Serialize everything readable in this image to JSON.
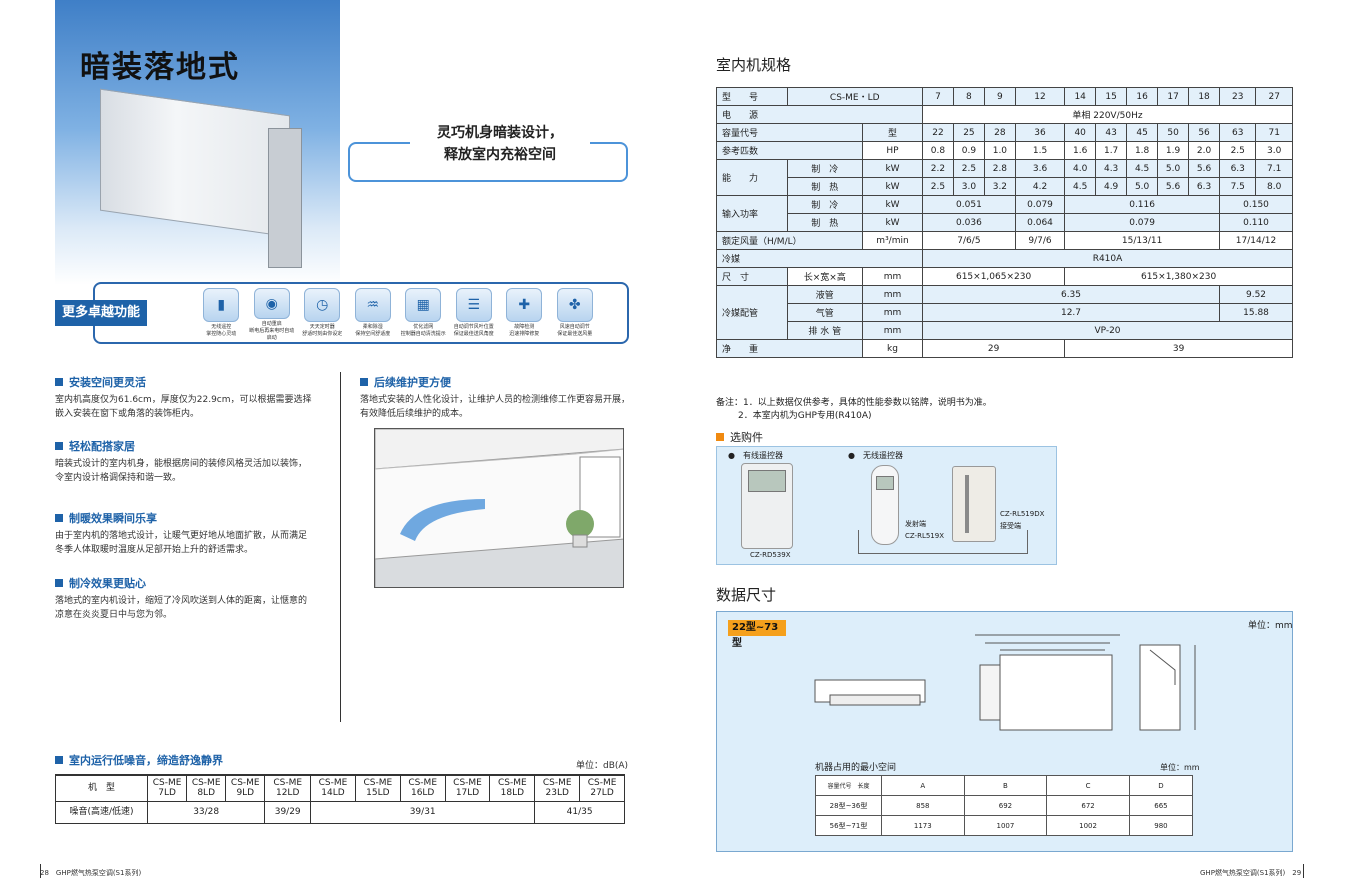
{
  "hero": {
    "title": "暗装落地式",
    "slogan": [
      "灵巧机身暗装设计，",
      "释放室内充裕空间"
    ]
  },
  "features": {
    "tag": "更多卓越功能",
    "items": [
      {
        "icon": "remote-icon",
        "label": "无线遥控\n掌控随心灵动"
      },
      {
        "icon": "energy-saving-icon",
        "label": "自动重启\n断电后再来电时自动启动"
      },
      {
        "icon": "clock-icon",
        "label": "天天定时器\n舒适时刻由你设定"
      },
      {
        "icon": "dehumidify-icon",
        "label": "柔和除湿\n保持空间舒适度"
      },
      {
        "icon": "filter-icon",
        "label": "优化滤网\n控制器自动清洗提示"
      },
      {
        "icon": "louver-icon",
        "label": "自动调节风叶位置\n保证最佳送风角度"
      },
      {
        "icon": "diagnosis-icon",
        "label": "故障检测\n迅速排障修复"
      },
      {
        "icon": "fan-icon",
        "label": "风速自动调节\n保证最佳送风量"
      }
    ]
  },
  "sections_left": [
    {
      "title": "安装空间更灵活",
      "text": [
        "室内机高度仅为61.6cm，厚度仅为22.9cm，可以根据需要选择",
        "嵌入安装在窗下或角落的装饰柜内。"
      ]
    },
    {
      "title": "轻松配搭家居",
      "text": [
        "暗装式设计的室内机身，能根据房间的装修风格灵活加以装饰，",
        "令室内设计格调保持和谐一致。"
      ]
    },
    {
      "title": "制暖效果瞬间乐享",
      "text": [
        "由于室内机的落地式设计，让暖气更好地从地面扩散，从而满足",
        "冬季人体取暖时温度从足部开始上升的舒适需求。"
      ]
    },
    {
      "title": "制冷效果更贴心",
      "text": [
        "落地式的室内机设计，缩短了冷风吹送到人体的距离，让惬意的",
        "凉意在炎炎夏日中与您为邻。"
      ]
    }
  ],
  "section_right": {
    "title": "后续维护更方便",
    "text": [
      "落地式安装的人性化设计，让维护人员的检测维修工作更容易开展，",
      "有效降低后续维护的成本。"
    ]
  },
  "noise": {
    "title": "室内运行低噪音，缔造舒逸静界",
    "unit": "单位：dB(A)",
    "model_label": "机　型",
    "row_label": "噪音(高速/低速)",
    "models": [
      "CS-ME 7LD",
      "CS-ME 8LD",
      "CS-ME 9LD",
      "CS-ME 12LD",
      "CS-ME 14LD",
      "CS-ME 15LD",
      "CS-ME 16LD",
      "CS-ME 17LD",
      "CS-ME 18LD",
      "CS-ME 23LD",
      "CS-ME 27LD"
    ],
    "values": [
      "33/28",
      "39/29",
      "39/31",
      "41/35"
    ]
  },
  "footer": {
    "left_page": "28",
    "left_text": "GHP燃气热泵空调(S1系列)",
    "right_text": "GHP燃气热泵空调(S1系列)",
    "right_page": "29"
  },
  "spec": {
    "title": "室内机规格",
    "model_row": [
      "型　　号",
      "CS-ME・LD",
      "7",
      "8",
      "9",
      "12",
      "14",
      "15",
      "16",
      "17",
      "18",
      "23",
      "27"
    ],
    "power": [
      "电　　源",
      "单相 220V/50Hz"
    ],
    "capacity": [
      "容量代号",
      "型",
      "22",
      "25",
      "28",
      "36",
      "40",
      "43",
      "45",
      "50",
      "56",
      "63",
      "71"
    ],
    "hp": [
      "参考匹数",
      "HP",
      "0.8",
      "0.9",
      "1.0",
      "1.5",
      "1.6",
      "1.7",
      "1.8",
      "1.9",
      "2.0",
      "2.5",
      "3.0"
    ],
    "ability": "能　　力",
    "cool": [
      "制　冷",
      "kW",
      "2.2",
      "2.5",
      "2.8",
      "3.6",
      "4.0",
      "4.3",
      "4.5",
      "5.0",
      "5.6",
      "6.3",
      "7.1"
    ],
    "heat": [
      "制　热",
      "kW",
      "2.5",
      "3.0",
      "3.2",
      "4.2",
      "4.5",
      "4.9",
      "5.0",
      "5.6",
      "6.3",
      "7.5",
      "8.0"
    ],
    "input": "输入功率",
    "in_cool": [
      "制　冷",
      "kW",
      "0.051",
      "0.079",
      "0.116",
      "0.150"
    ],
    "in_heat": [
      "制　热",
      "kW",
      "0.036",
      "0.064",
      "0.079",
      "0.110"
    ],
    "air": [
      "额定风量（H/M/L）",
      "m³/min",
      "7/6/5",
      "9/7/6",
      "15/13/11",
      "17/14/12"
    ],
    "refrig": [
      "冷媒",
      "R410A"
    ],
    "size": [
      "尺　寸",
      "长×宽×高",
      "mm",
      "615×1,065×230",
      "615×1,380×230"
    ],
    "pipe": "冷媒配管",
    "liquid": [
      "液管",
      "mm",
      "6.35",
      "9.52"
    ],
    "gas": [
      "气管",
      "mm",
      "12.7",
      "15.88"
    ],
    "drain": [
      "排 水 管",
      "mm",
      "VP-20"
    ],
    "weight": [
      "净　　重",
      "kg",
      "29",
      "39"
    ]
  },
  "notes": [
    "备注：1．以上数据仅供参考，具体的性能参数以铭牌，说明书为准。",
    "2．本室内机为GHP专用(R410A)"
  ],
  "options": {
    "title": "选购件",
    "wired": "有线遥控器",
    "wireless": "无线遥控器",
    "wired_model": "CZ-RD539X",
    "transmitter": "发射端",
    "transmitter_model": "CZ-RL519X",
    "receiver_model": "CZ-RL519DX",
    "receiver": "接受端"
  },
  "dims": {
    "title": "数据尺寸",
    "tag": "22型~73型",
    "unit": "单位：mm",
    "space_title": "机器占用的最小空间",
    "space_unit": "单位：mm",
    "header": [
      "容量代号",
      "长度",
      "A",
      "B",
      "C",
      "D"
    ],
    "rows": [
      [
        "28型~36型",
        "858",
        "692",
        "672",
        "665"
      ],
      [
        "56型~71型",
        "1173",
        "1007",
        "1002",
        "980"
      ]
    ]
  }
}
